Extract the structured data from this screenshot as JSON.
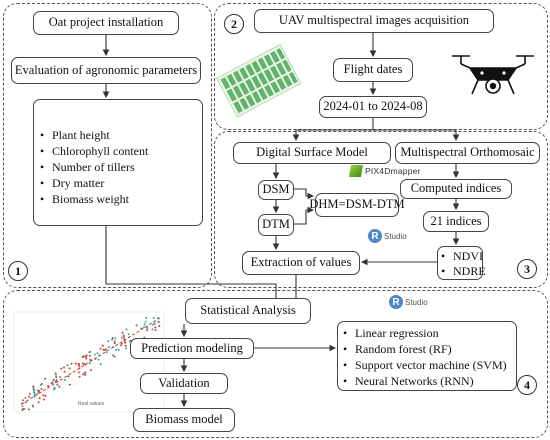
{
  "panel1": {
    "number": "1",
    "installation": "Oat project installation",
    "evaluation": "Evaluation of agronomic parameters",
    "parameters": [
      "Plant height",
      "Chlorophyll content",
      "Number of tillers",
      "Dry matter",
      "Biomass weight"
    ]
  },
  "panel2": {
    "number": "2",
    "acquisition": "UAV multispectral images acquisition",
    "flight_dates": "Flight dates",
    "date_range": "2024-01 to 2024-08"
  },
  "panel3": {
    "number": "3",
    "dsm_model": "Digital Surface Model",
    "orthomosaic": "Multispectral Orthomosaic",
    "pix4d_logo": "PIX4Dmapper",
    "dsm": "DSM",
    "dtm": "DTM",
    "dhm": "DHM=DSM-DTM",
    "rstudio_logo": "Studio",
    "extraction": "Extraction of values",
    "computed": "Computed indices",
    "indices_count": "21 indices",
    "indices": [
      "NDVI",
      "NDRE"
    ]
  },
  "panel4": {
    "number": "4",
    "rstudio_logo": "Studio",
    "statistical": "Statistical Analysis",
    "prediction": "Prediction modeling",
    "validation": "Validation",
    "biomass": "Biomass model",
    "models": [
      "Linear regression",
      "Random forest (RF)",
      "Support vector machine (SVM)",
      "Neural Networks (RNN)"
    ],
    "scatter_xlabel": "Real values"
  },
  "colors": {
    "accent_r": "#4f86c6",
    "scatter_red": "#d73a2e",
    "scatter_teal": "#3a9e9e",
    "field_green": "#5fb36a"
  }
}
